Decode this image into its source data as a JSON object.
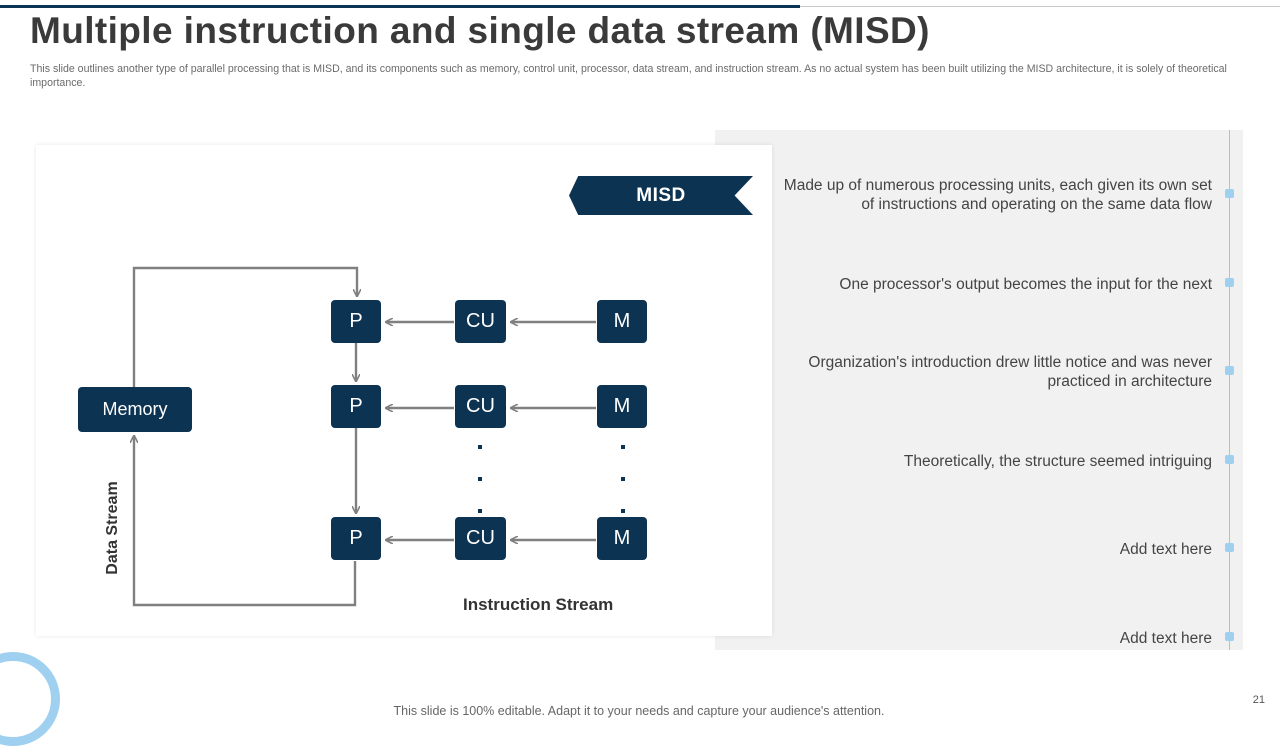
{
  "slide": {
    "title": "Multiple instruction and single data stream (MISD)",
    "subtitle": "This slide outlines another type of parallel processing that is MISD, and its components such as memory, control unit, processor, data stream, and instruction stream. As no actual system has been built utilizing the MISD architecture, it is solely of theoretical importance.",
    "footer": "This slide is 100% editable. Adapt it to your needs and capture your audience's attention.",
    "page_number": "21"
  },
  "diagram": {
    "tag": "MISD",
    "memory": "Memory",
    "rows": [
      {
        "processor": "P",
        "control_unit": "CU",
        "module": "M"
      },
      {
        "processor": "P",
        "control_unit": "CU",
        "module": "M"
      },
      {
        "processor": "P",
        "control_unit": "CU",
        "module": "M"
      }
    ],
    "instruction_stream_label": "Instruction Stream",
    "data_stream_label": "Data Stream"
  },
  "points": [
    "Made up of numerous processing units, each given its own set of instructions and operating on the same data flow",
    "One processor's output becomes the input for the next",
    "Organization's introduction drew little notice and was never practiced in architecture",
    "Theoretically, the structure seemed intriguing",
    "Add text here",
    "Add text here"
  ],
  "colors": {
    "primary": "#0d3352",
    "accent": "#9fd0ef",
    "panel": "#f1f1f1",
    "connector": "#808080"
  }
}
